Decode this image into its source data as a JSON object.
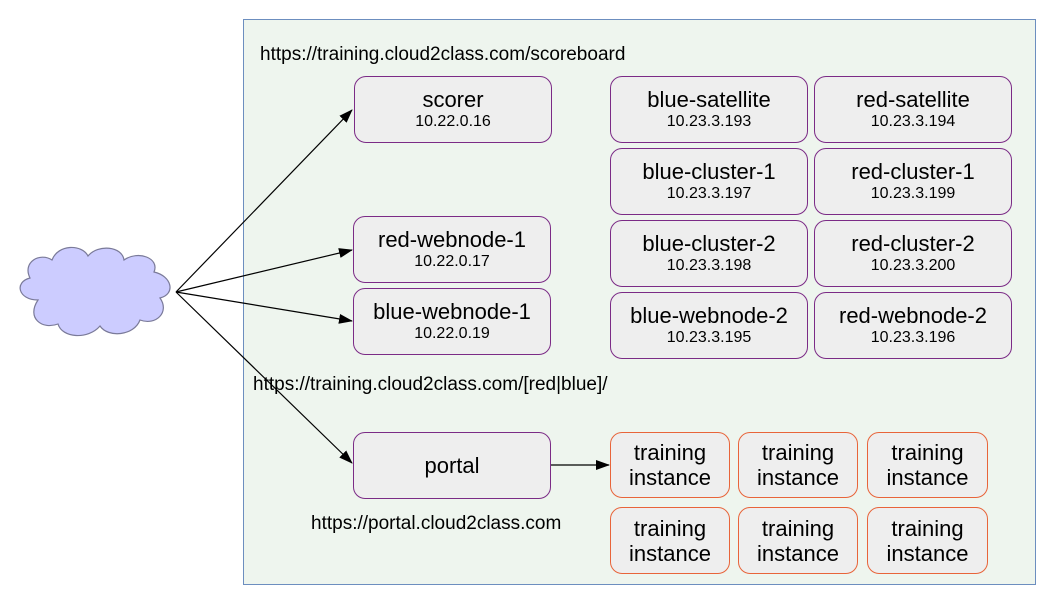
{
  "urls": {
    "scoreboard": "https://training.cloud2class.com/scoreboard",
    "team": "https://training.cloud2class.com/[red|blue]/",
    "portal": "https://portal.cloud2class.com"
  },
  "public_nodes": {
    "scorer": {
      "name": "scorer",
      "ip": "10.22.0.16"
    },
    "red_webnode_1": {
      "name": "red-webnode-1",
      "ip": "10.22.0.17"
    },
    "blue_webnode_1": {
      "name": "blue-webnode-1",
      "ip": "10.22.0.19"
    },
    "portal": {
      "name": "portal"
    }
  },
  "grid_nodes": [
    {
      "name": "blue-satellite",
      "ip": "10.23.3.193"
    },
    {
      "name": "red-satellite",
      "ip": "10.23.3.194"
    },
    {
      "name": "blue-cluster-1",
      "ip": "10.23.3.197"
    },
    {
      "name": "red-cluster-1",
      "ip": "10.23.3.199"
    },
    {
      "name": "blue-cluster-2",
      "ip": "10.23.3.198"
    },
    {
      "name": "red-cluster-2",
      "ip": "10.23.3.200"
    },
    {
      "name": "blue-webnode-2",
      "ip": "10.23.3.195"
    },
    {
      "name": "red-webnode-2",
      "ip": "10.23.3.196"
    }
  ],
  "training_instances": [
    {
      "line1": "training",
      "line2": "instance"
    },
    {
      "line1": "training",
      "line2": "instance"
    },
    {
      "line1": "training",
      "line2": "instance"
    },
    {
      "line1": "training",
      "line2": "instance"
    },
    {
      "line1": "training",
      "line2": "instance"
    },
    {
      "line1": "training",
      "line2": "instance"
    }
  ],
  "colors": {
    "frame_fill": "#eef5ee",
    "frame_border": "#6c8ebf",
    "node_fill": "#eeeeee",
    "node_border": "#7b2b86",
    "training_border": "#e8643a",
    "cloud_fill": "#ccccff",
    "cloud_stroke": "#7a7a99"
  },
  "icons": {
    "internet": "cloud-icon"
  }
}
